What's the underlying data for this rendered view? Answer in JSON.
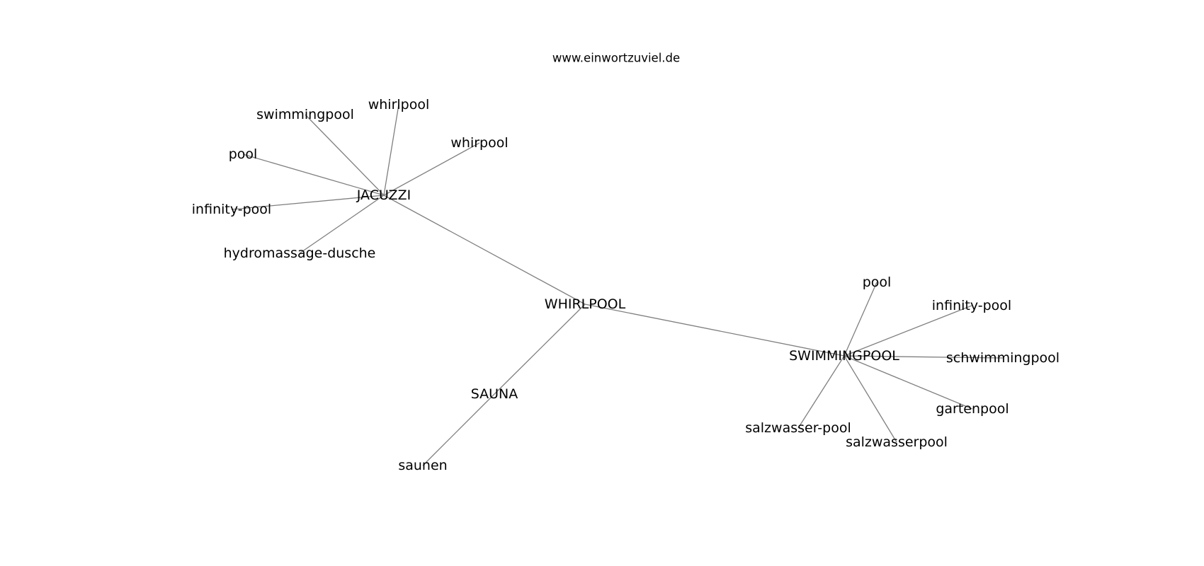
{
  "site": "www.einwortzuviel.de",
  "colors": {
    "edge": "#7f7f7f",
    "text": "#000000",
    "background": "#ffffff"
  },
  "nodes": [
    {
      "id": "whirlpool_main",
      "label": "WHIRLPOOL"
    },
    {
      "id": "jacuzzi",
      "label": "JACUZZI"
    },
    {
      "id": "swimmingpool_main",
      "label": "SWIMMINGPOOL"
    },
    {
      "id": "sauna",
      "label": "SAUNA"
    },
    {
      "id": "saunen",
      "label": "saunen"
    },
    {
      "id": "j_swimmingpool",
      "label": "swimmingpool"
    },
    {
      "id": "j_whirlpool",
      "label": "whirlpool"
    },
    {
      "id": "j_whirpool",
      "label": "whirpool"
    },
    {
      "id": "j_pool",
      "label": "pool"
    },
    {
      "id": "j_infinity",
      "label": "infinity-pool"
    },
    {
      "id": "j_hydro",
      "label": "hydromassage-dusche"
    },
    {
      "id": "s_pool",
      "label": "pool"
    },
    {
      "id": "s_infinity",
      "label": "infinity-pool"
    },
    {
      "id": "s_schwimming",
      "label": "schwimmingpool"
    },
    {
      "id": "s_garten",
      "label": "gartenpool"
    },
    {
      "id": "s_salz_dash",
      "label": "salzwasser-pool"
    },
    {
      "id": "s_salz",
      "label": "salzwasserpool"
    }
  ],
  "edges": [
    [
      "whirlpool_main",
      "jacuzzi"
    ],
    [
      "whirlpool_main",
      "swimmingpool_main"
    ],
    [
      "whirlpool_main",
      "sauna"
    ],
    [
      "sauna",
      "saunen"
    ],
    [
      "jacuzzi",
      "j_swimmingpool"
    ],
    [
      "jacuzzi",
      "j_whirlpool"
    ],
    [
      "jacuzzi",
      "j_whirpool"
    ],
    [
      "jacuzzi",
      "j_pool"
    ],
    [
      "jacuzzi",
      "j_infinity"
    ],
    [
      "jacuzzi",
      "j_hydro"
    ],
    [
      "swimmingpool_main",
      "s_pool"
    ],
    [
      "swimmingpool_main",
      "s_infinity"
    ],
    [
      "swimmingpool_main",
      "s_schwimming"
    ],
    [
      "swimmingpool_main",
      "s_garten"
    ],
    [
      "swimmingpool_main",
      "s_salz_dash"
    ],
    [
      "swimmingpool_main",
      "s_salz"
    ]
  ]
}
